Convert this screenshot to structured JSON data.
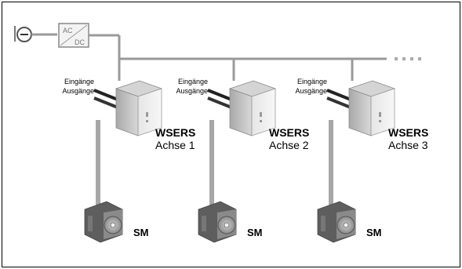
{
  "converter": {
    "ac_label": "AC",
    "dc_label": "DC"
  },
  "axes": [
    {
      "inputs": "Eingänge",
      "outputs": "Ausgänge",
      "drive_name": "WSERS",
      "axis_label": "Achse 1",
      "motor_label": "SM"
    },
    {
      "inputs": "Eingänge",
      "outputs": "Ausgänge",
      "drive_name": "WSERS",
      "axis_label": "Achse 2",
      "motor_label": "SM"
    },
    {
      "inputs": "Eingänge",
      "outputs": "Ausgänge",
      "drive_name": "WSERS",
      "axis_label": "Achse 3",
      "motor_label": "SM"
    }
  ],
  "colors": {
    "bus": "#9a9a9a",
    "drive_body": "#bdbdbd",
    "drive_shadow": "#8c8c8c",
    "cable": "#222222",
    "motor": "#6f6f6f"
  },
  "icons": {
    "supply": "ac-source-icon",
    "converter": "ac-dc-converter-icon",
    "bus_continuation": "ellipsis-icon"
  }
}
